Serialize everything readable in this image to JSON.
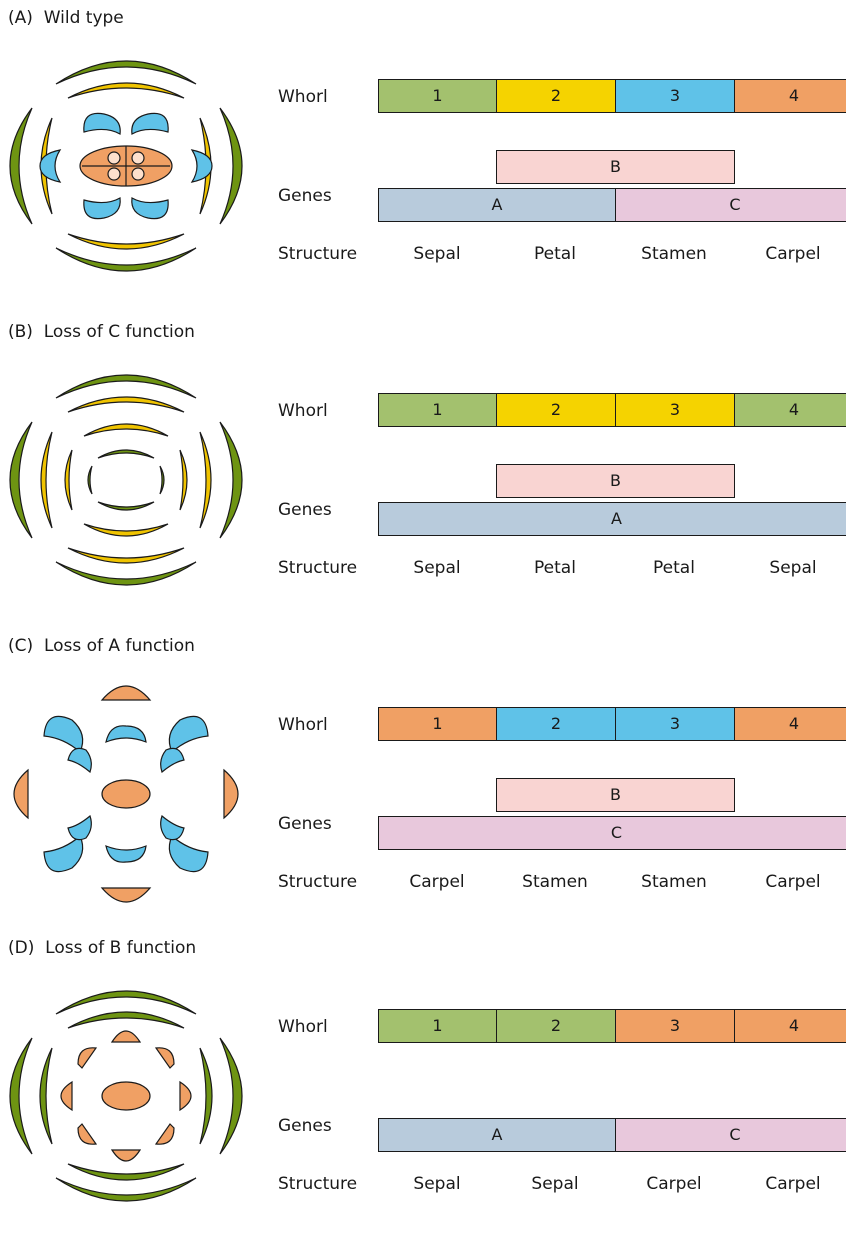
{
  "colors": {
    "sepal": "#a3c16e",
    "petal": "#f5d300",
    "stamen": "#5fc2e8",
    "carpel": "#f0a064",
    "geneA": "#b8cbdc",
    "geneB": "#f9d4d2",
    "geneC": "#e8c8dc",
    "ring_green": "#6e9412",
    "ring_yellow": "#f0c400",
    "outline": "#1a1a1a"
  },
  "labels": {
    "whorl": "Whorl",
    "genes": "Genes",
    "structure": "Structure"
  },
  "panels": [
    {
      "title": "(A)  Wild type",
      "flower_icon": "wild-type-flower-diagram",
      "whorls": [
        {
          "num": "1",
          "organ": "sepal"
        },
        {
          "num": "2",
          "organ": "petal"
        },
        {
          "num": "3",
          "organ": "stamen"
        },
        {
          "num": "4",
          "organ": "carpel"
        }
      ],
      "gene_b": "B",
      "gene_a": "A",
      "gene_c": "C",
      "structures": [
        "Sepal",
        "Petal",
        "Stamen",
        "Carpel"
      ]
    },
    {
      "title": "(B)  Loss of C function",
      "flower_icon": "loss-of-c-flower-diagram",
      "whorls": [
        {
          "num": "1",
          "organ": "sepal"
        },
        {
          "num": "2",
          "organ": "petal"
        },
        {
          "num": "3",
          "organ": "petal"
        },
        {
          "num": "4",
          "organ": "sepal"
        }
      ],
      "gene_b": "B",
      "gene_a": "A",
      "gene_c": "",
      "structures": [
        "Sepal",
        "Petal",
        "Petal",
        "Sepal"
      ]
    },
    {
      "title": "(C)  Loss of A function",
      "flower_icon": "loss-of-a-flower-diagram",
      "whorls": [
        {
          "num": "1",
          "organ": "carpel"
        },
        {
          "num": "2",
          "organ": "stamen"
        },
        {
          "num": "3",
          "organ": "stamen"
        },
        {
          "num": "4",
          "organ": "carpel"
        }
      ],
      "gene_b": "B",
      "gene_a": "",
      "gene_c": "C",
      "structures": [
        "Carpel",
        "Stamen",
        "Stamen",
        "Carpel"
      ]
    },
    {
      "title": "(D)  Loss of B function",
      "flower_icon": "loss-of-b-flower-diagram",
      "whorls": [
        {
          "num": "1",
          "organ": "sepal"
        },
        {
          "num": "2",
          "organ": "sepal"
        },
        {
          "num": "3",
          "organ": "carpel"
        },
        {
          "num": "4",
          "organ": "carpel"
        }
      ],
      "gene_b": "",
      "gene_a": "A",
      "gene_c": "C",
      "structures": [
        "Sepal",
        "Sepal",
        "Carpel",
        "Carpel"
      ]
    }
  ]
}
